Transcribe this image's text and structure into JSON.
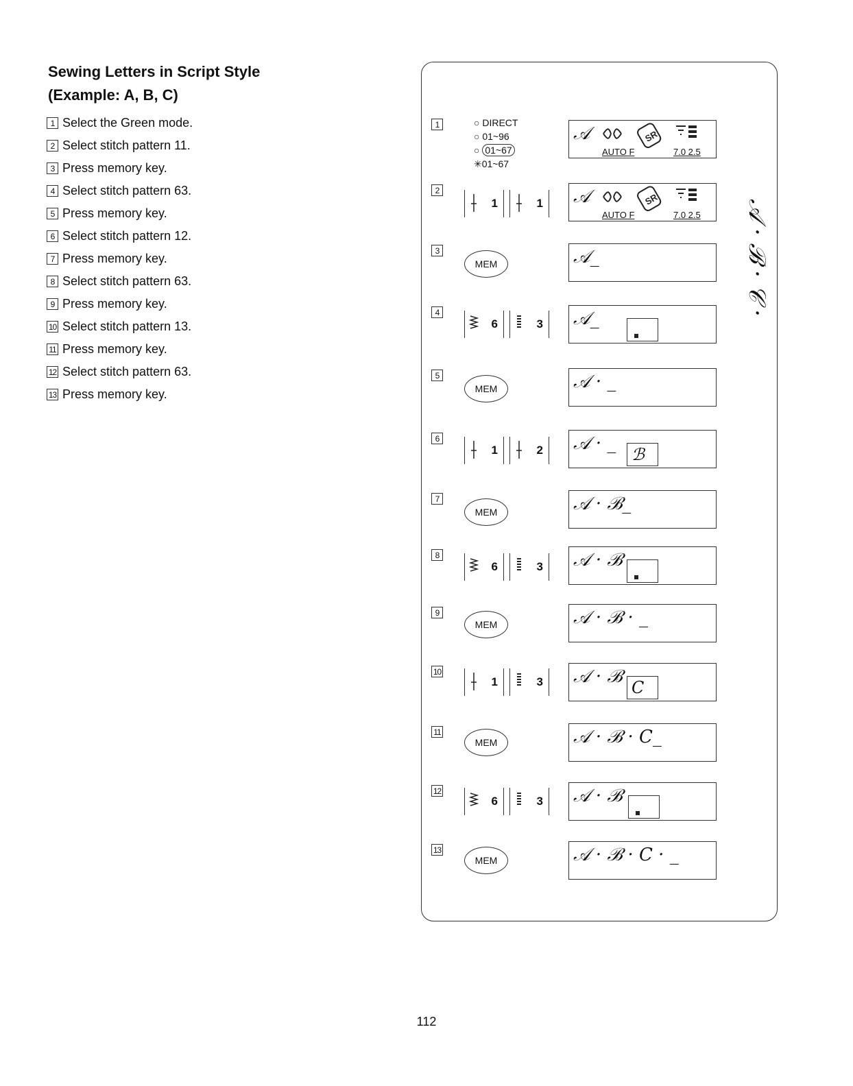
{
  "heading": {
    "line1": "Sewing Letters in Script Style",
    "line2": "(Example: A, B, C)"
  },
  "steps": [
    {
      "num": "1",
      "text": "Select the Green mode."
    },
    {
      "num": "2",
      "text": "Select stitch pattern 11."
    },
    {
      "num": "3",
      "text": "Press memory key."
    },
    {
      "num": "4",
      "text": "Select stitch pattern 63."
    },
    {
      "num": "5",
      "text": "Press memory key."
    },
    {
      "num": "6",
      "text": "Select stitch pattern 12."
    },
    {
      "num": "7",
      "text": "Press memory key."
    },
    {
      "num": "8",
      "text": "Select stitch pattern 63."
    },
    {
      "num": "9",
      "text": "Press memory key."
    },
    {
      "num": "10",
      "text": "Select stitch pattern 13."
    },
    {
      "num": "11",
      "text": "Press memory key."
    },
    {
      "num": "12",
      "text": "Select stitch pattern 63."
    },
    {
      "num": "13",
      "text": "Press memory key."
    }
  ],
  "modes": [
    "○ DIRECT",
    "○ 01~96",
    "01~67",
    "✳01~67"
  ],
  "mode_selected_prefix": "○ ",
  "mem_label": "MEM",
  "lcd_status": {
    "auto": "AUTO  F",
    "values": "7.0 2.5"
  },
  "rows": [
    {
      "num": "1",
      "ctrl": "modes",
      "lcd": "𝒜"
    },
    {
      "num": "2",
      "ctrl": "keys",
      "k1": "1",
      "k2": "1",
      "lcd": "𝒜"
    },
    {
      "num": "3",
      "ctrl": "mem",
      "lcd": "𝒜_"
    },
    {
      "num": "4",
      "ctrl": "keys",
      "k1": "6",
      "k2": "3",
      "lcd": "𝒜_"
    },
    {
      "num": "5",
      "ctrl": "mem",
      "lcd": "𝒜 · _"
    },
    {
      "num": "6",
      "ctrl": "keys",
      "k1": "1",
      "k2": "2",
      "lcd": "𝒜 · _",
      "box": "ℬ"
    },
    {
      "num": "7",
      "ctrl": "mem",
      "lcd": "𝒜 · ℬ_"
    },
    {
      "num": "8",
      "ctrl": "keys",
      "k1": "6",
      "k2": "3",
      "lcd": "𝒜 · ℬ"
    },
    {
      "num": "9",
      "ctrl": "mem",
      "lcd": "𝒜 · ℬ · _"
    },
    {
      "num": "10",
      "ctrl": "keys",
      "k1": "1",
      "k2": "3",
      "lcd": "𝒜 · ℬ",
      "box": "C"
    },
    {
      "num": "11",
      "ctrl": "mem",
      "lcd": "𝒜 · ℬ · C_"
    },
    {
      "num": "12",
      "ctrl": "keys",
      "k1": "6",
      "k2": "3",
      "lcd": "𝒜 · ℬ"
    },
    {
      "num": "13",
      "ctrl": "mem",
      "lcd": "𝒜 · ℬ · C · _"
    }
  ],
  "vertical_sample": "𝒜 · ℬ · 𝒞 ·",
  "page_number": "112"
}
